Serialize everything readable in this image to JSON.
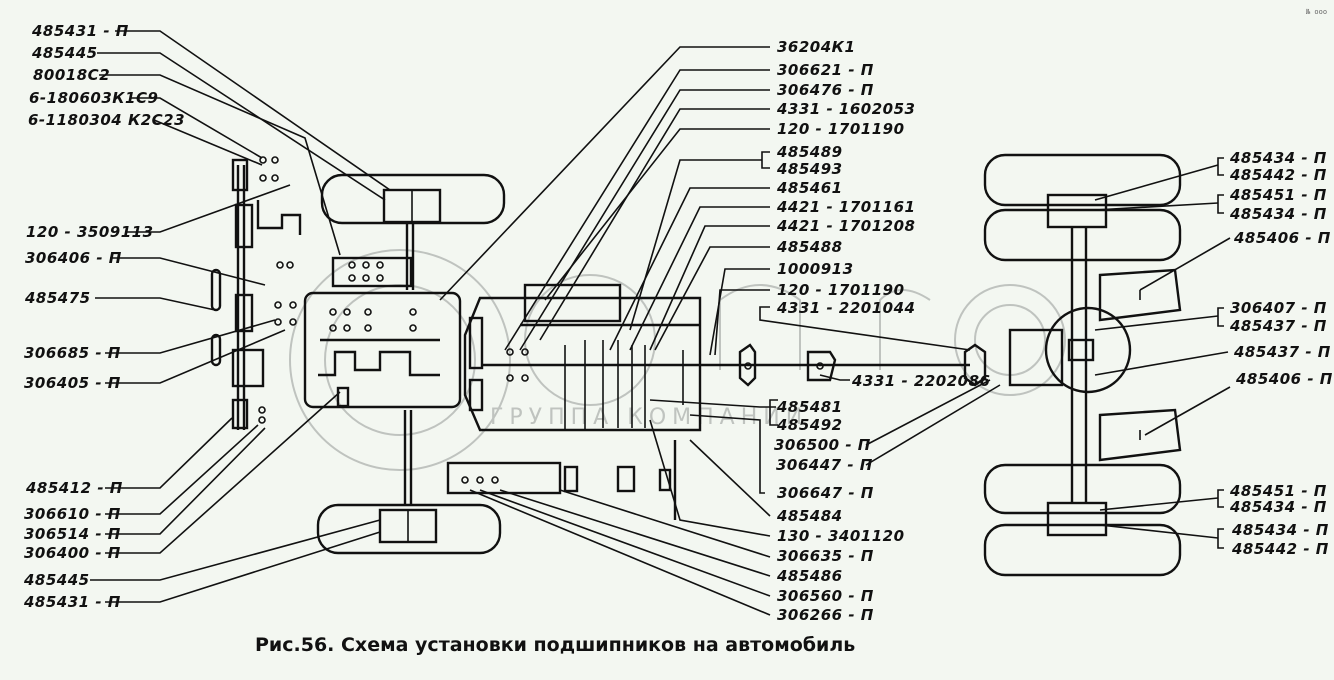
{
  "caption": "Рис.56. Схема установки подшипников на автомобиль",
  "watermark": {
    "text": "ГРУППА КОМПАНИЙ"
  },
  "corner_mark": "№ ооо",
  "labels_left": [
    "485431 - П",
    "485445",
    "80018С2",
    "6-180603К1С9",
    "6-1180304 К2С23",
    "120 - 3509113",
    "306406 - П",
    "485475",
    "306685 - П",
    "306405 - П",
    "485412 - П",
    "306610 - П",
    "306514 - П",
    "306400 - П",
    "485445",
    "485431 - П"
  ],
  "labels_center_top": [
    "36204К1",
    "306621 - П",
    "306476 - П",
    "4331 - 1602053",
    "120 - 1701190",
    "485489",
    "485493",
    "485461",
    "4421 - 1701161",
    "4421 - 1701208",
    "485488",
    "1000913",
    "120 - 1701190",
    "4331 - 2201044"
  ],
  "labels_center_mid": [
    "4331 - 2202086",
    "485481",
    "485492",
    "306500 - П",
    "306447 - П"
  ],
  "labels_center_bottom": [
    "306647 - П",
    "485484",
    "130 - 3401120",
    "306635 - П",
    "485486",
    "306560 - П",
    "306266 - П"
  ],
  "labels_right": [
    "485434 - П",
    "485442 - П",
    "485451 - П",
    "485434 - П",
    "485406 - П",
    "306407 - П",
    "485437 - П",
    "485437 - П",
    "485406 - П",
    "485451 - П",
    "485434 - П",
    "485434 - П",
    "485442 - П"
  ]
}
